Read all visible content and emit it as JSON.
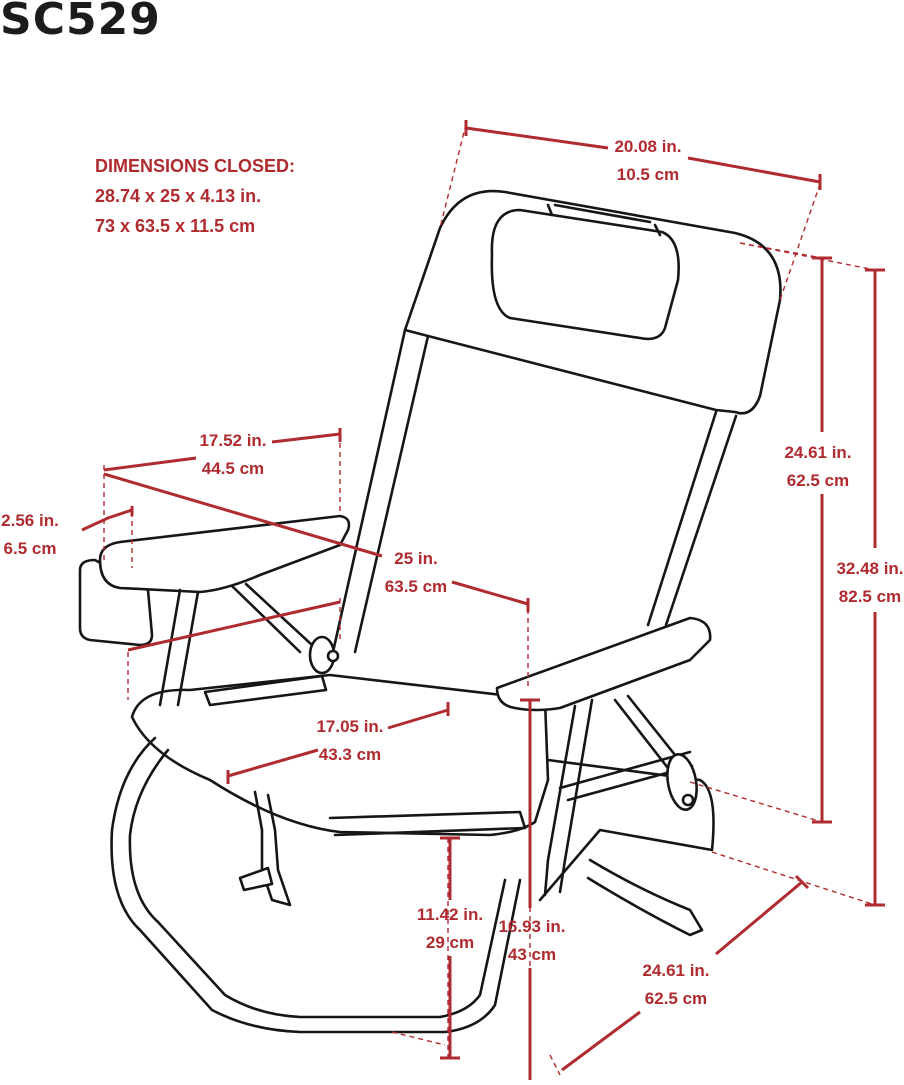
{
  "product_code": "SC529",
  "colors": {
    "dimension": "#b02b2f",
    "outline": "#161616",
    "title": "#1c1c1c"
  },
  "closed": {
    "heading": "DIMENSIONS CLOSED:",
    "imperial": "28.74  x  25  x  4.13 in.",
    "metric": "73  x  63.5  x  11.5 cm"
  },
  "dimensions": {
    "top_width": {
      "in": "20.08 in.",
      "cm": "10.5 cm"
    },
    "armrest_length": {
      "in": "17.52 in.",
      "cm": "44.5 cm"
    },
    "cooler_width": {
      "in": "2.56 in.",
      "cm": "6.5 cm"
    },
    "diagonal_depth": {
      "in": "25 in.",
      "cm": "63.5 cm"
    },
    "back_height": {
      "in": "24.61 in.",
      "cm": "62.5 cm"
    },
    "total_height": {
      "in": "32.48 in.",
      "cm": "82.5 cm"
    },
    "seat_width": {
      "in": "17.05 in.",
      "cm": "43.3 cm"
    },
    "seat_height": {
      "in": "11.42 in.",
      "cm": "29 cm"
    },
    "arm_height": {
      "in": "16.93 in.",
      "cm": "43 cm"
    },
    "base_depth": {
      "in": "24.61 in.",
      "cm": "62.5 cm"
    }
  }
}
